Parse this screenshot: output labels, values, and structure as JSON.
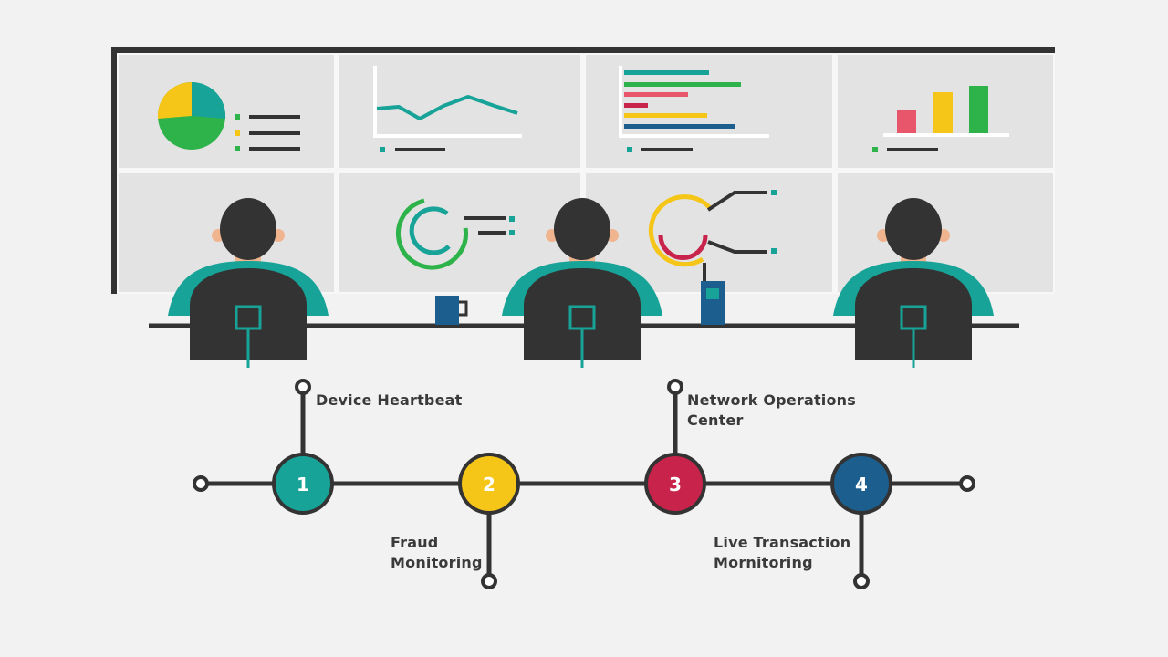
{
  "colors": {
    "background": "#f2f2f2",
    "dark": "#333333",
    "teal": "#17a398",
    "yellow": "#f5c518",
    "green": "#2db34a",
    "red": "#c8234a",
    "pink": "#e8566c",
    "blue": "#1c5e8e",
    "panel": "#e3e3e3"
  },
  "steps": [
    {
      "number": "1",
      "label_lines": [
        "Device Heartbeat"
      ],
      "color": "#17a398"
    },
    {
      "number": "2",
      "label_lines": [
        "Fraud",
        "Monitoring"
      ],
      "color": "#f5c518"
    },
    {
      "number": "3",
      "label_lines": [
        "Network Operations",
        "Center"
      ],
      "color": "#c8234a"
    },
    {
      "number": "4",
      "label_lines": [
        "Live Transaction",
        "Mornitoring"
      ],
      "color": "#1c5e8e"
    }
  ]
}
